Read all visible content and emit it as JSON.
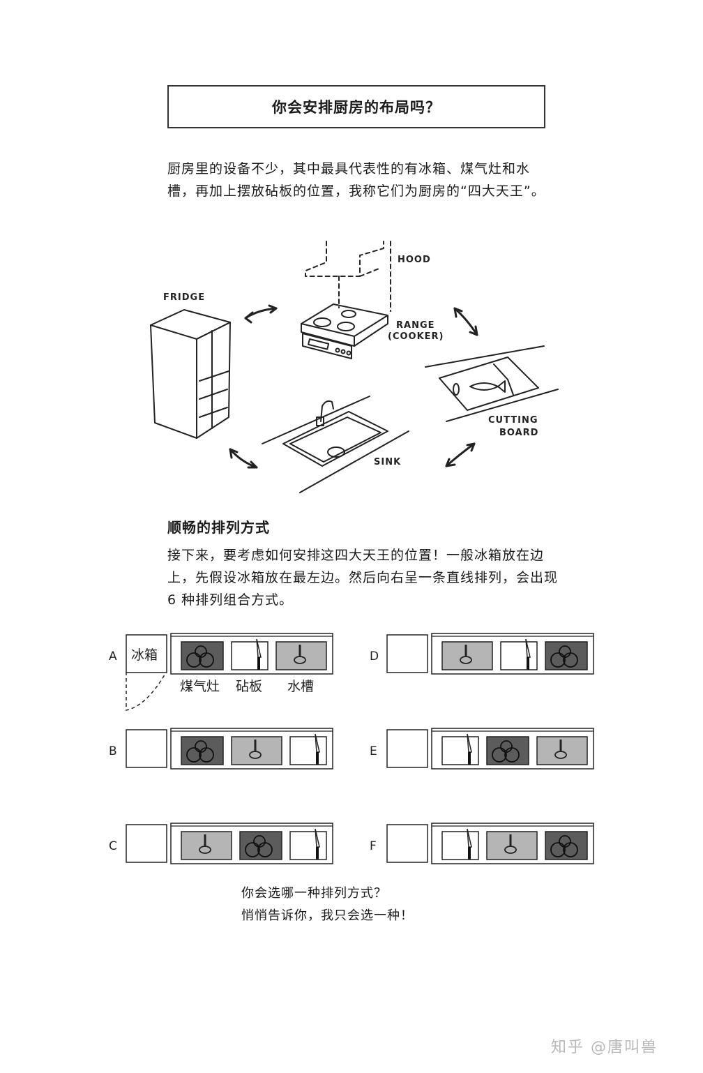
{
  "title": "你会安排厨房的布局吗？",
  "intro": "厨房里的设备不少，其中最具代表性的有冰箱、煤气灶和水槽，再加上摆放砧板的位置，我称它们为厨房的“四大天王”。",
  "illustration_labels": {
    "hood": "HOOD",
    "fridge": "FRIDGE",
    "range_line1": "RANGE",
    "range_line2": "(COOKER)",
    "cutting_line1": "CUTTING",
    "cutting_line2": "BOARD",
    "sink": "SINK"
  },
  "section_heading": "顺畅的排列方式",
  "section_body": "接下来，要考虑如何安排这四大天王的位置！一般冰箱放在边上，先假设冰箱放在最左边。然后向右呈一条直线排列，会出现 6 种排列组合方式。",
  "layouts": [
    {
      "letter": "A",
      "order": [
        "range",
        "board",
        "sink"
      ]
    },
    {
      "letter": "B",
      "order": [
        "range",
        "sink",
        "board"
      ]
    },
    {
      "letter": "C",
      "order": [
        "sink",
        "range",
        "board"
      ]
    },
    {
      "letter": "D",
      "order": [
        "sink",
        "board",
        "range"
      ]
    },
    {
      "letter": "E",
      "order": [
        "board",
        "range",
        "sink"
      ]
    },
    {
      "letter": "F",
      "order": [
        "board",
        "sink",
        "range"
      ]
    }
  ],
  "legend": {
    "fridge": "冰箱",
    "range": "煤气灶",
    "board": "砧板",
    "sink": "水槽"
  },
  "closing_line1": "你会选哪一种排列方式？",
  "closing_line2": "悄悄告诉你，我只会选一种！",
  "watermark": "知乎 @唐叫兽"
}
